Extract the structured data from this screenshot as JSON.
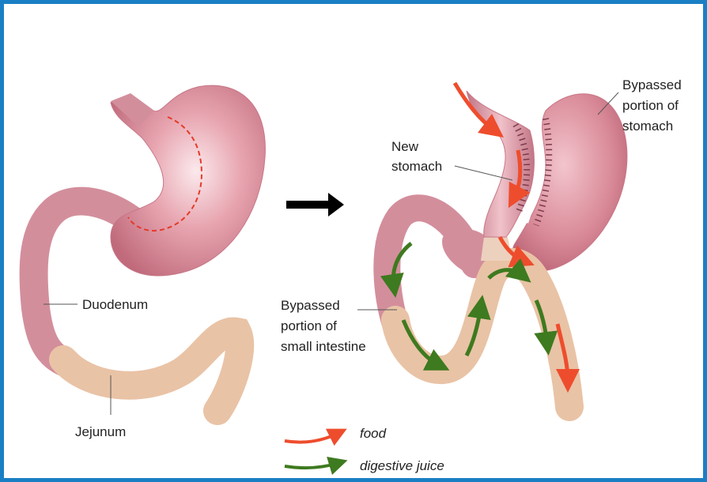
{
  "labels": {
    "duodenum": "Duodenum",
    "jejunum": "Jejunum",
    "new_stomach_1": "New",
    "new_stomach_2": "stomach",
    "bypassed_stomach_1": "Bypassed",
    "bypassed_stomach_2": "portion of",
    "bypassed_stomach_3": "stomach",
    "bypassed_intestine_1": "Bypassed",
    "bypassed_intestine_2": "portion of",
    "bypassed_intestine_3": "small intestine"
  },
  "legend": {
    "food": "food",
    "digestive_juice": "digestive juice"
  },
  "colors": {
    "border": "#1a7fc4",
    "stomach": "#d98a98",
    "intestine": "#e9c3a6",
    "food_arrow": "#ee4d2d",
    "juice_arrow": "#3e7a1f",
    "direction_arrow": "#000000"
  }
}
